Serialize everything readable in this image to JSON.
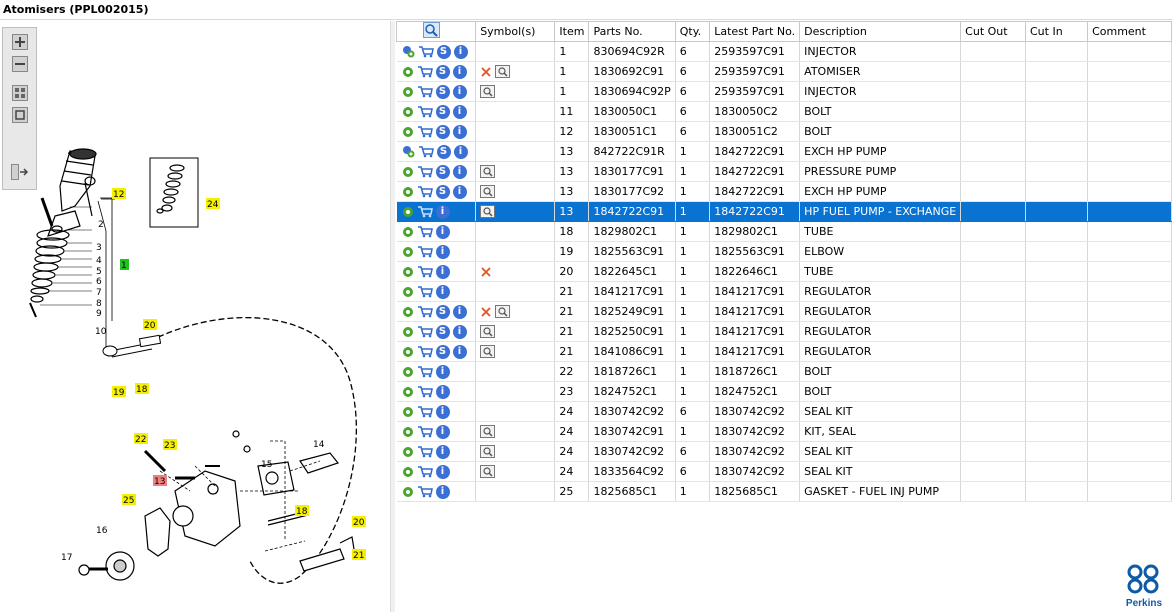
{
  "title": "Atomisers (PPL002015)",
  "columns": [
    "",
    "Symbol(s)",
    "Item",
    "Parts No.",
    "Qty.",
    "Latest Part No.",
    "Description",
    "Cut Out",
    "Cut In",
    "Comment"
  ],
  "rows": [
    {
      "icons": "gear-blue",
      "symbols": [],
      "item": "1",
      "part": "830694C92R",
      "qty": "6",
      "latest": "2593597C91",
      "desc": "INJECTOR"
    },
    {
      "icons": "gear",
      "symbols": [
        "x",
        "book"
      ],
      "item": "1",
      "part": "1830692C91",
      "qty": "6",
      "latest": "2593597C91",
      "desc": "ATOMISER"
    },
    {
      "icons": "gear",
      "symbols": [
        "book"
      ],
      "item": "1",
      "part": "1830694C92P",
      "qty": "6",
      "latest": "2593597C91",
      "desc": "INJECTOR"
    },
    {
      "icons": "gear",
      "symbols": [],
      "item": "11",
      "part": "1830050C1",
      "qty": "6",
      "latest": "1830050C2",
      "desc": "BOLT"
    },
    {
      "icons": "gear",
      "symbols": [],
      "item": "12",
      "part": "1830051C1",
      "qty": "6",
      "latest": "1830051C2",
      "desc": "BOLT"
    },
    {
      "icons": "gear-blue",
      "symbols": [],
      "item": "13",
      "part": "842722C91R",
      "qty": "1",
      "latest": "1842722C91",
      "desc": "EXCH HP PUMP"
    },
    {
      "icons": "gear",
      "symbols": [
        "book"
      ],
      "item": "13",
      "part": "1830177C91",
      "qty": "1",
      "latest": "1842722C91",
      "desc": "PRESSURE PUMP"
    },
    {
      "icons": "gear",
      "symbols": [
        "book"
      ],
      "item": "13",
      "part": "1830177C92",
      "qty": "1",
      "latest": "1842722C91",
      "desc": "EXCH HP PUMP"
    },
    {
      "icons": "gear-nos",
      "symbols": [
        "book"
      ],
      "item": "13",
      "part": "1842722C91",
      "qty": "1",
      "latest": "1842722C91",
      "desc": "HP FUEL PUMP - EXCHANGE",
      "selected": true
    },
    {
      "icons": "gear-nos",
      "symbols": [],
      "item": "18",
      "part": "1829802C1",
      "qty": "1",
      "latest": "1829802C1",
      "desc": "TUBE"
    },
    {
      "icons": "gear-nos",
      "symbols": [],
      "item": "19",
      "part": "1825563C91",
      "qty": "1",
      "latest": "1825563C91",
      "desc": "ELBOW"
    },
    {
      "icons": "gear-nos",
      "symbols": [
        "x"
      ],
      "item": "20",
      "part": "1822645C1",
      "qty": "1",
      "latest": "1822646C1",
      "desc": "TUBE"
    },
    {
      "icons": "gear-nos",
      "symbols": [],
      "item": "21",
      "part": "1841217C91",
      "qty": "1",
      "latest": "1841217C91",
      "desc": "REGULATOR"
    },
    {
      "icons": "gear",
      "symbols": [
        "x",
        "book"
      ],
      "item": "21",
      "part": "1825249C91",
      "qty": "1",
      "latest": "1841217C91",
      "desc": "REGULATOR"
    },
    {
      "icons": "gear",
      "symbols": [
        "book"
      ],
      "item": "21",
      "part": "1825250C91",
      "qty": "1",
      "latest": "1841217C91",
      "desc": "REGULATOR"
    },
    {
      "icons": "gear",
      "symbols": [
        "book"
      ],
      "item": "21",
      "part": "1841086C91",
      "qty": "1",
      "latest": "1841217C91",
      "desc": "REGULATOR"
    },
    {
      "icons": "gear-nos",
      "symbols": [],
      "item": "22",
      "part": "1818726C1",
      "qty": "1",
      "latest": "1818726C1",
      "desc": "BOLT"
    },
    {
      "icons": "gear-nos",
      "symbols": [],
      "item": "23",
      "part": "1824752C1",
      "qty": "1",
      "latest": "1824752C1",
      "desc": "BOLT"
    },
    {
      "icons": "gear-nos",
      "symbols": [],
      "item": "24",
      "part": "1830742C92",
      "qty": "6",
      "latest": "1830742C92",
      "desc": "SEAL KIT"
    },
    {
      "icons": "gear-nos",
      "symbols": [
        "book"
      ],
      "item": "24",
      "part": "1830742C91",
      "qty": "1",
      "latest": "1830742C92",
      "desc": "KIT, SEAL"
    },
    {
      "icons": "gear-nos",
      "symbols": [
        "book"
      ],
      "item": "24",
      "part": "1830742C92",
      "qty": "6",
      "latest": "1830742C92",
      "desc": "SEAL KIT"
    },
    {
      "icons": "gear-nos",
      "symbols": [
        "book"
      ],
      "item": "24",
      "part": "1833564C92",
      "qty": "6",
      "latest": "1830742C92",
      "desc": "SEAL KIT"
    },
    {
      "icons": "gear-nos",
      "symbols": [],
      "item": "25",
      "part": "1825685C1",
      "qty": "1",
      "latest": "1825685C1",
      "desc": "GASKET - FUEL INJ PUMP"
    }
  ],
  "diagram": {
    "callouts": [
      "12",
      "24",
      "1",
      "20",
      "19",
      "18",
      "22",
      "23",
      "13",
      "25",
      "18",
      "20",
      "21"
    ],
    "numbers": [
      "2",
      "3",
      "4",
      "5",
      "6",
      "7",
      "8",
      "9",
      "10",
      "15",
      "14",
      "16",
      "17"
    ]
  },
  "logo_text": "Perkins",
  "colors": {
    "selected": "#0a73d1",
    "callout_yellow": "#f5f000",
    "callout_green": "#1fc21f",
    "callout_red": "#f08080",
    "brand": "#0d5ba8"
  }
}
